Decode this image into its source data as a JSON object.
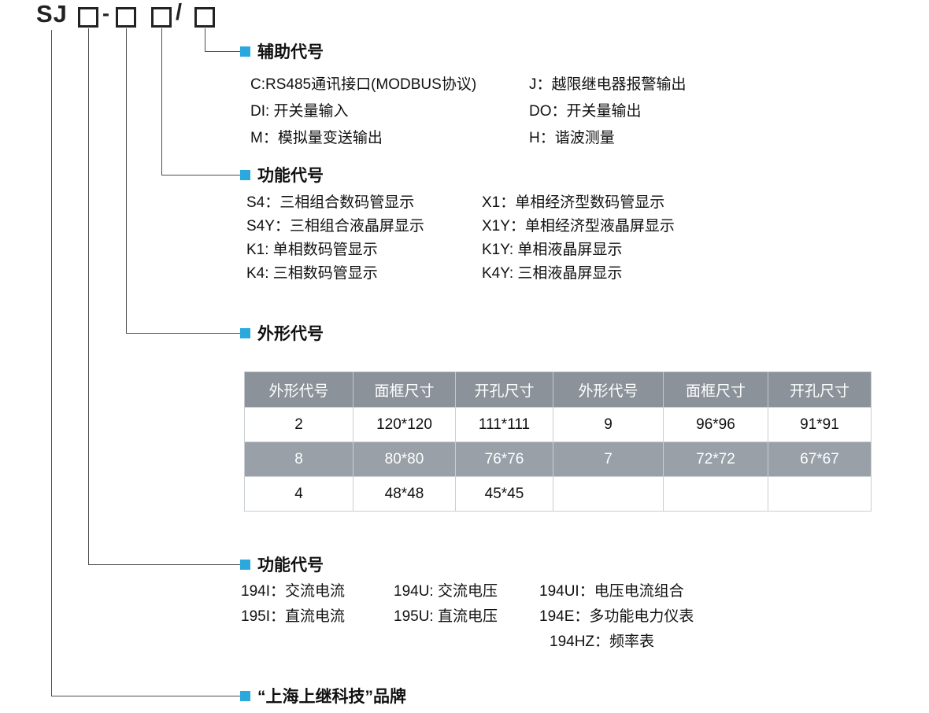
{
  "colors": {
    "accent_bullet": "#2BA9DF",
    "table_header_bg": "#8B929A",
    "table_highlight_bg": "#99A0A8",
    "connector_line": "#4D4D4D"
  },
  "model": {
    "prefix": "SJ",
    "dash": "-",
    "slash": "/"
  },
  "sections": {
    "aux": {
      "title": "辅助代号",
      "rows": [
        [
          "C:RS485通讯接口(MODBUS协议)",
          "J：越限继电器报警输出"
        ],
        [
          "DI: 开关量输入",
          "DO：开关量输出"
        ],
        [
          "M：模拟量变送输出",
          "H：谐波测量"
        ]
      ]
    },
    "display": {
      "title": "功能代号",
      "rows": [
        [
          "S4：三相组合数码管显示",
          "X1：单相经济型数码管显示"
        ],
        [
          "S4Y：三相组合液晶屏显示",
          "X1Y：单相经济型液晶屏显示"
        ],
        [
          "K1: 单相数码管显示",
          "K1Y: 单相液晶屏显示"
        ],
        [
          "K4: 三相数码管显示",
          "K4Y: 三相液晶屏显示"
        ]
      ]
    },
    "shape": {
      "title": "外形代号",
      "table": {
        "headers": [
          "外形代号",
          "面框尺寸",
          "开孔尺寸",
          "外形代号",
          "面框尺寸",
          "开孔尺寸"
        ],
        "rows": [
          [
            "2",
            "120*120",
            "111*111",
            "9",
            "96*96",
            "91*91"
          ],
          [
            "8",
            "80*80",
            "76*76",
            "7",
            "72*72",
            "67*67"
          ],
          [
            "4",
            "48*48",
            "45*45",
            "",
            "",
            ""
          ]
        ]
      }
    },
    "function": {
      "title": "功能代号",
      "rows": [
        [
          "194I：交流电流",
          "194U: 交流电压",
          "194UI：电压电流组合"
        ],
        [
          "195I：直流电流",
          "195U: 直流电压",
          "194E：多功能电力仪表"
        ],
        [
          "",
          "",
          "194HZ：频率表"
        ]
      ]
    },
    "brand": {
      "title": "“上海上继科技”品牌"
    }
  }
}
